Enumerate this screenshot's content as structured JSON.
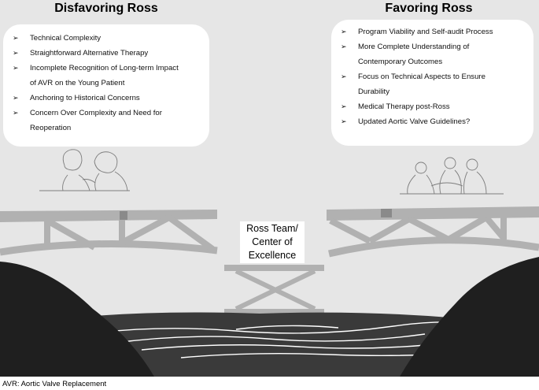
{
  "left_panel": {
    "heading": "Disfavoring Ross",
    "bullet_glyph": "➢",
    "items": [
      "Technical Complexity",
      "Straightforward Alternative Therapy",
      "Incomplete Recognition of Long-term Impact",
      "of AVR on the Young Patient",
      "Anchoring to Historical Concerns",
      "Concern Over Complexity and Need for",
      "Reoperation"
    ]
  },
  "right_panel": {
    "heading": "Favoring Ross",
    "bullet_glyph": "➢",
    "items": [
      "Program Viability and Self-audit Process",
      "More Complete Understanding of",
      "Contemporary Outcomes",
      "Focus on Technical Aspects to Ensure",
      "Durability",
      "Medical Therapy post-Ross",
      "Updated Aortic Valve Guidelines?"
    ]
  },
  "center": {
    "label_line1": "Ross Team/",
    "label_line2": "Center of",
    "label_line3": "Excellence"
  },
  "footnote": "AVR: Aortic Valve Replacement",
  "colors": {
    "sky": "#e6e6e6",
    "bridge": "#b1b1b1",
    "bridge_dark": "#8a8a8a",
    "cliff": "#1f1f1f",
    "water": "#3a3a3a",
    "wave": "#ffffff"
  }
}
